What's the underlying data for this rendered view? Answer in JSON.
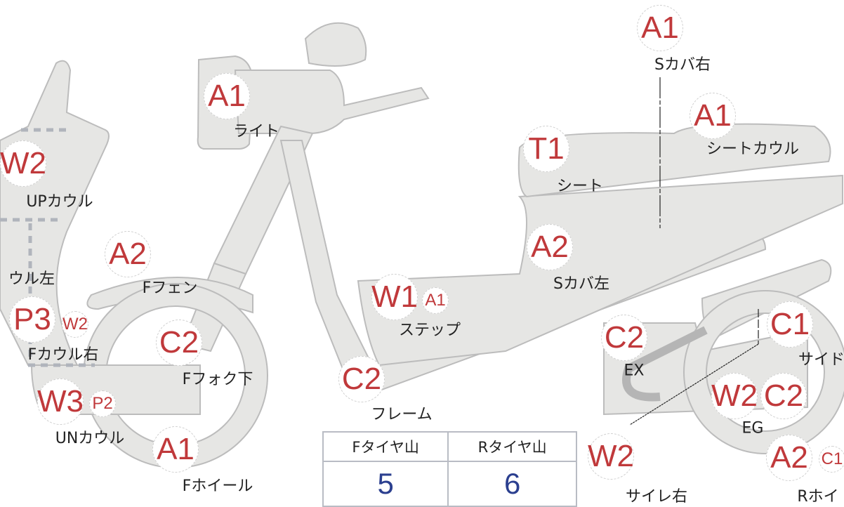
{
  "colors": {
    "part_fill": "#e6e6e4",
    "part_stroke": "#bcbcbc",
    "code": "#c0393b",
    "tyre_value": "#2b3f8f"
  },
  "parts": [
    {
      "label": "ライト",
      "codes": [
        "A1"
      ]
    },
    {
      "label": "Sカバ右",
      "codes": [
        "A1"
      ]
    },
    {
      "label": "シートカウル",
      "codes": [
        "A1"
      ]
    },
    {
      "label": "シート",
      "codes": [
        "T1"
      ]
    },
    {
      "label": "UPカウル",
      "codes": [
        "W2"
      ]
    },
    {
      "label": "ウル左",
      "codes": []
    },
    {
      "label": "Fフェン",
      "codes": [
        "A2"
      ]
    },
    {
      "label": "Sカバ左",
      "codes": [
        "A2"
      ]
    },
    {
      "label": "ステップ",
      "codes": [
        "W1",
        "A1"
      ]
    },
    {
      "label": "Fカウル右",
      "codes": [
        "P3",
        "W2"
      ]
    },
    {
      "label": "Fフォク下",
      "codes": [
        "C2"
      ]
    },
    {
      "label": "EX",
      "codes": [
        "C2"
      ]
    },
    {
      "label": "サイド",
      "codes": [
        "C1"
      ]
    },
    {
      "label": "フレーム",
      "codes": [
        "C2"
      ]
    },
    {
      "label": "UNカウル",
      "codes": [
        "W3",
        "P2"
      ]
    },
    {
      "label": "EG",
      "codes": [
        "W2",
        "C2"
      ]
    },
    {
      "label": "Fホイール",
      "codes": [
        "A1"
      ]
    },
    {
      "label": "サイレ右",
      "codes": [
        "W2"
      ]
    },
    {
      "label": "Rホイ",
      "codes": [
        "A2",
        "C1"
      ]
    }
  ],
  "tyre_table": {
    "headers": [
      "Fタイヤ山",
      "Rタイヤ山"
    ],
    "values": [
      "5",
      "6"
    ]
  }
}
